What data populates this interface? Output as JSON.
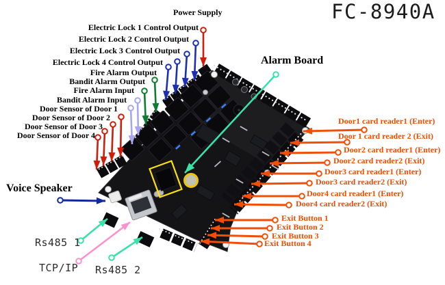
{
  "title": "FC-8940A",
  "colors": {
    "red": "#cf1d0b",
    "blue": "#1c2fb2",
    "green": "#0e7d32",
    "lavender": "#a8a6ee",
    "navy": "#14289e",
    "teal": "#3ae2a7",
    "pink": "#f993cf",
    "orange": "#f14e07",
    "label_black": "#000000",
    "reader_label_orange": "#ee4e04",
    "highlight_yellow": "#ffe10a",
    "board_black": "#141417"
  },
  "callouts": {
    "power_supply": "Power Supply",
    "lock1": "Electric Lock 1 Control Output",
    "lock2": "Electric Lock 2 Control Output",
    "lock3": "Electric Lock 3 Control Output",
    "lock4": "Electric Lock 4 Control Output",
    "fire_alarm_output": "Fire Alarm Output",
    "bandit_alarm_output": "Bandit Alarm Output",
    "fire_alarm_input": "Fire Alarm Input",
    "bandit_alarm_input": "Bandit Alarm Input",
    "door_sensor_1": "Door Sensor of Door 1",
    "door_sensor_2": "Door Sensor of Door 2",
    "door_sensor_3": "Door Sensor of Door 3",
    "door_sensor_4": "Door Sensor of Door 4",
    "alarm_board": "Alarm Board",
    "voice_speaker": "Voice Speaker",
    "rs485_1": "Rs485 1",
    "tcp_ip": "TCP/IP",
    "rs485_2": "Rs485 2",
    "reader_1_1": "Door1 card reader1 (Enter)",
    "reader_1_2": "Door 1 card reader 2 (Exit)",
    "reader_2_1": "Door2 card reader1 (Enter)",
    "reader_2_2": "Door2 card reader2 (Exit)",
    "reader_3_1": "Door3 card reader1 (Enter)",
    "reader_3_2": "Door3 card reader2 (Exit)",
    "reader_4_1": "Door4 card reader1 (Enter)",
    "reader_4_2": "Door4 card reader2 (Exit)",
    "exit_button_1": "Exit Button 1",
    "exit_button_2": "Exit Button 2",
    "exit_button_3": "Exit Button 3",
    "exit_button_4": "Exit Button 4"
  }
}
